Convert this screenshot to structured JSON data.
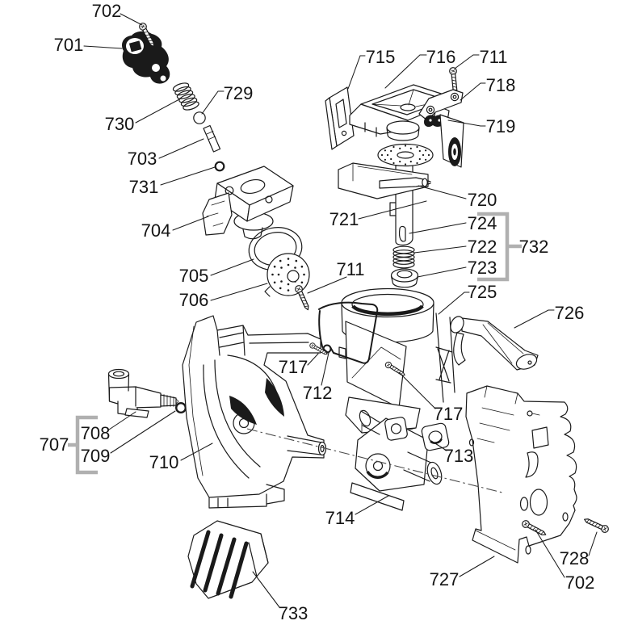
{
  "diagram": {
    "kind": "exploded-parts-diagram",
    "background": "#ffffff",
    "line_color": "#1a1a1a",
    "bracket_color": "#b0b0b0",
    "callouts": [
      {
        "id": "702a",
        "label": "702"
      },
      {
        "id": "701",
        "label": "701"
      },
      {
        "id": "729",
        "label": "729"
      },
      {
        "id": "730",
        "label": "730"
      },
      {
        "id": "703",
        "label": "703"
      },
      {
        "id": "731",
        "label": "731"
      },
      {
        "id": "704",
        "label": "704"
      },
      {
        "id": "705",
        "label": "705"
      },
      {
        "id": "706",
        "label": "706"
      },
      {
        "id": "715",
        "label": "715"
      },
      {
        "id": "716",
        "label": "716"
      },
      {
        "id": "711a",
        "label": "711"
      },
      {
        "id": "718",
        "label": "718"
      },
      {
        "id": "719",
        "label": "719"
      },
      {
        "id": "720",
        "label": "720"
      },
      {
        "id": "721",
        "label": "721"
      },
      {
        "id": "724",
        "label": "724"
      },
      {
        "id": "722",
        "label": "722"
      },
      {
        "id": "723",
        "label": "723"
      },
      {
        "id": "732",
        "label": "732"
      },
      {
        "id": "711b",
        "label": "711"
      },
      {
        "id": "725",
        "label": "725"
      },
      {
        "id": "726",
        "label": "726"
      },
      {
        "id": "717a",
        "label": "717"
      },
      {
        "id": "712",
        "label": "712"
      },
      {
        "id": "717b",
        "label": "717"
      },
      {
        "id": "713",
        "label": "713"
      },
      {
        "id": "708",
        "label": "708"
      },
      {
        "id": "707",
        "label": "707"
      },
      {
        "id": "709",
        "label": "709"
      },
      {
        "id": "710",
        "label": "710"
      },
      {
        "id": "714",
        "label": "714"
      },
      {
        "id": "727",
        "label": "727"
      },
      {
        "id": "728",
        "label": "728"
      },
      {
        "id": "702b",
        "label": "702"
      },
      {
        "id": "733",
        "label": "733"
      }
    ],
    "groups": [
      {
        "bracket_label": "732",
        "members": [
          "724",
          "722",
          "723"
        ]
      },
      {
        "bracket_label": "707",
        "members": [
          "708",
          "709"
        ]
      }
    ]
  }
}
